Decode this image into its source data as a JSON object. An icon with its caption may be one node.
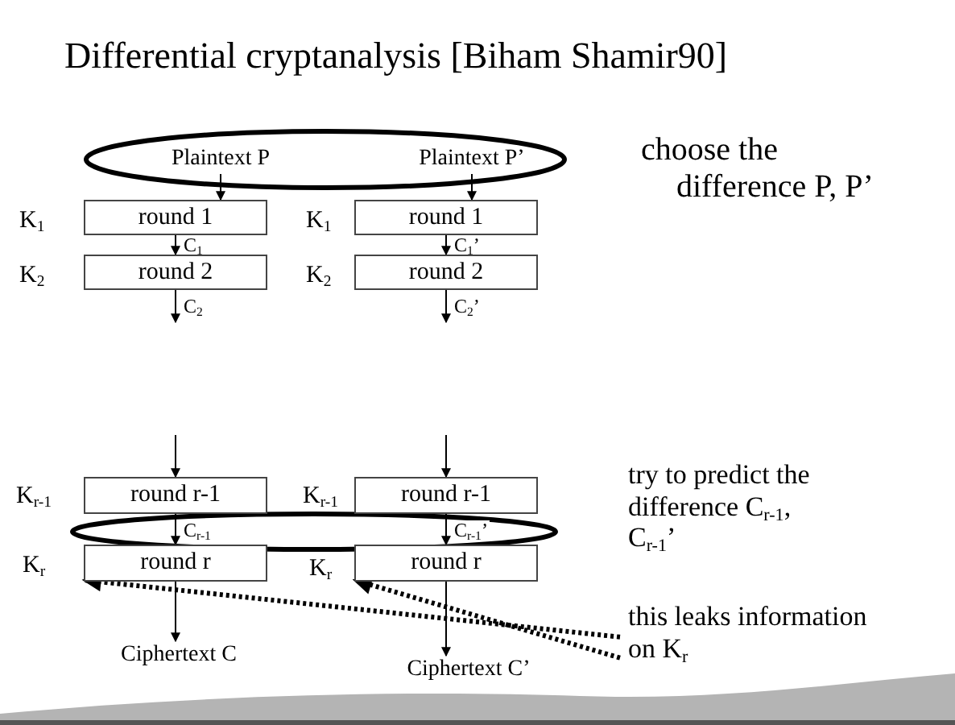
{
  "diagram": {
    "title": "Differential cryptanalysis [Biham Shamir90]",
    "nodes": [
      {
        "text": [],
        "shape": "ellipse"
      },
      {
        "text": [
          "Plaintext P"
        ],
        "in": 0
      },
      {
        "text": [
          "Plaintext P’"
        ],
        "in": 0
      },
      {
        "text": [
          "round 1"
        ]
      },
      {
        "text": [
          "round 2"
        ]
      },
      {
        "text": [
          "round r-1"
        ]
      },
      {
        "text": [
          "round r"
        ]
      },
      {
        "text": [
          "round 1"
        ]
      },
      {
        "text": [
          "round 2"
        ]
      },
      {
        "text": [
          "round r-1"
        ]
      },
      {
        "text": [
          "round r"
        ]
      },
      {
        "text": [
          "Ciphertext C"
        ]
      },
      {
        "text": [
          "Ciphertext C’"
        ]
      },
      {
        "text": [
          "this leaks information on K$_{r}$"
        ]
      }
    ],
    "edges": [
      {
        "from": 1,
        "to": 3,
        "arrow": "to"
      },
      {
        "from": 3,
        "to": 4,
        "arrow": "to",
        "label": "C$_{1}$"
      },
      {
        "from": 4,
        "to": null,
        "arrow": "to",
        "label": "C$_{2}$"
      },
      {
        "from": null,
        "to": 5,
        "arrow": "to"
      },
      {
        "from": 5,
        "to": 6,
        "arrow": "to",
        "label": "C$_{r-1}$"
      },
      {
        "from": 6,
        "to": 11,
        "arrow": "to"
      },
      {
        "from": 2,
        "to": 7,
        "arrow": "to"
      },
      {
        "from": 7,
        "to": 8,
        "arrow": "to",
        "label": "C$_{1}$’"
      },
      {
        "from": 8,
        "to": null,
        "arrow": "to",
        "label": "C$_{2}$’"
      },
      {
        "from": null,
        "to": 9,
        "arrow": "to"
      },
      {
        "from": 9,
        "to": 10,
        "arrow": "to",
        "label": "C$_{r-1}$’"
      },
      {
        "from": 10,
        "to": 12,
        "arrow": "to"
      },
      {
        "from": 13,
        "to": 6,
        "arrow": "to",
        "style": "dashed"
      },
      {
        "from": 13,
        "to": 10,
        "arrow": "to",
        "style": "dashed"
      }
    ],
    "labels": [
      "choose the difference P, P’",
      "K$_{1}$",
      "K$_{1}$",
      "K$_{2}$",
      "K$_{2}$",
      "K$_{r-1}$",
      "K$_{r-1}$",
      "try to predict the difference C$_{r-1}$, C$_{r-1}$’",
      "K$_{r}$",
      "K$_{r}$"
    ]
  }
}
